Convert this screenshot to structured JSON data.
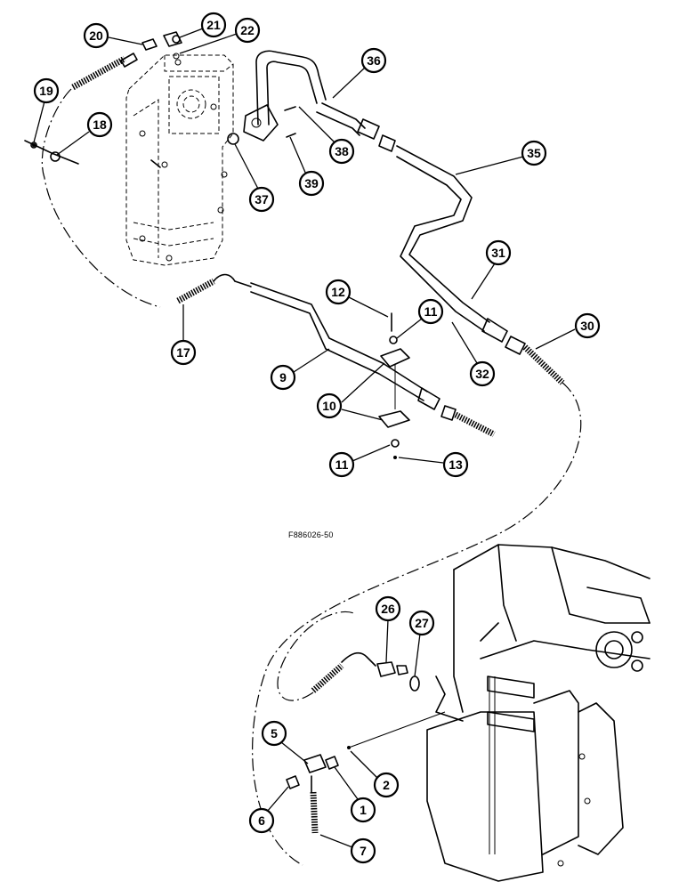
{
  "figure_code": "F886026-50",
  "callouts": [
    {
      "id": "c1",
      "label": "1"
    },
    {
      "id": "c2",
      "label": "2"
    },
    {
      "id": "c5",
      "label": "5"
    },
    {
      "id": "c6",
      "label": "6"
    },
    {
      "id": "c7",
      "label": "7"
    },
    {
      "id": "c9",
      "label": "9"
    },
    {
      "id": "c10",
      "label": "10"
    },
    {
      "id": "c11a",
      "label": "11"
    },
    {
      "id": "c11b",
      "label": "11"
    },
    {
      "id": "c12",
      "label": "12"
    },
    {
      "id": "c13",
      "label": "13"
    },
    {
      "id": "c17",
      "label": "17"
    },
    {
      "id": "c18",
      "label": "18"
    },
    {
      "id": "c19",
      "label": "19"
    },
    {
      "id": "c20",
      "label": "20"
    },
    {
      "id": "c21",
      "label": "21"
    },
    {
      "id": "c22",
      "label": "22"
    },
    {
      "id": "c26",
      "label": "26"
    },
    {
      "id": "c27",
      "label": "27"
    },
    {
      "id": "c30",
      "label": "30"
    },
    {
      "id": "c31",
      "label": "31"
    },
    {
      "id": "c32",
      "label": "32"
    },
    {
      "id": "c35",
      "label": "35"
    },
    {
      "id": "c36",
      "label": "36"
    },
    {
      "id": "c37",
      "label": "37"
    },
    {
      "id": "c38",
      "label": "38"
    },
    {
      "id": "c39",
      "label": "39"
    }
  ]
}
